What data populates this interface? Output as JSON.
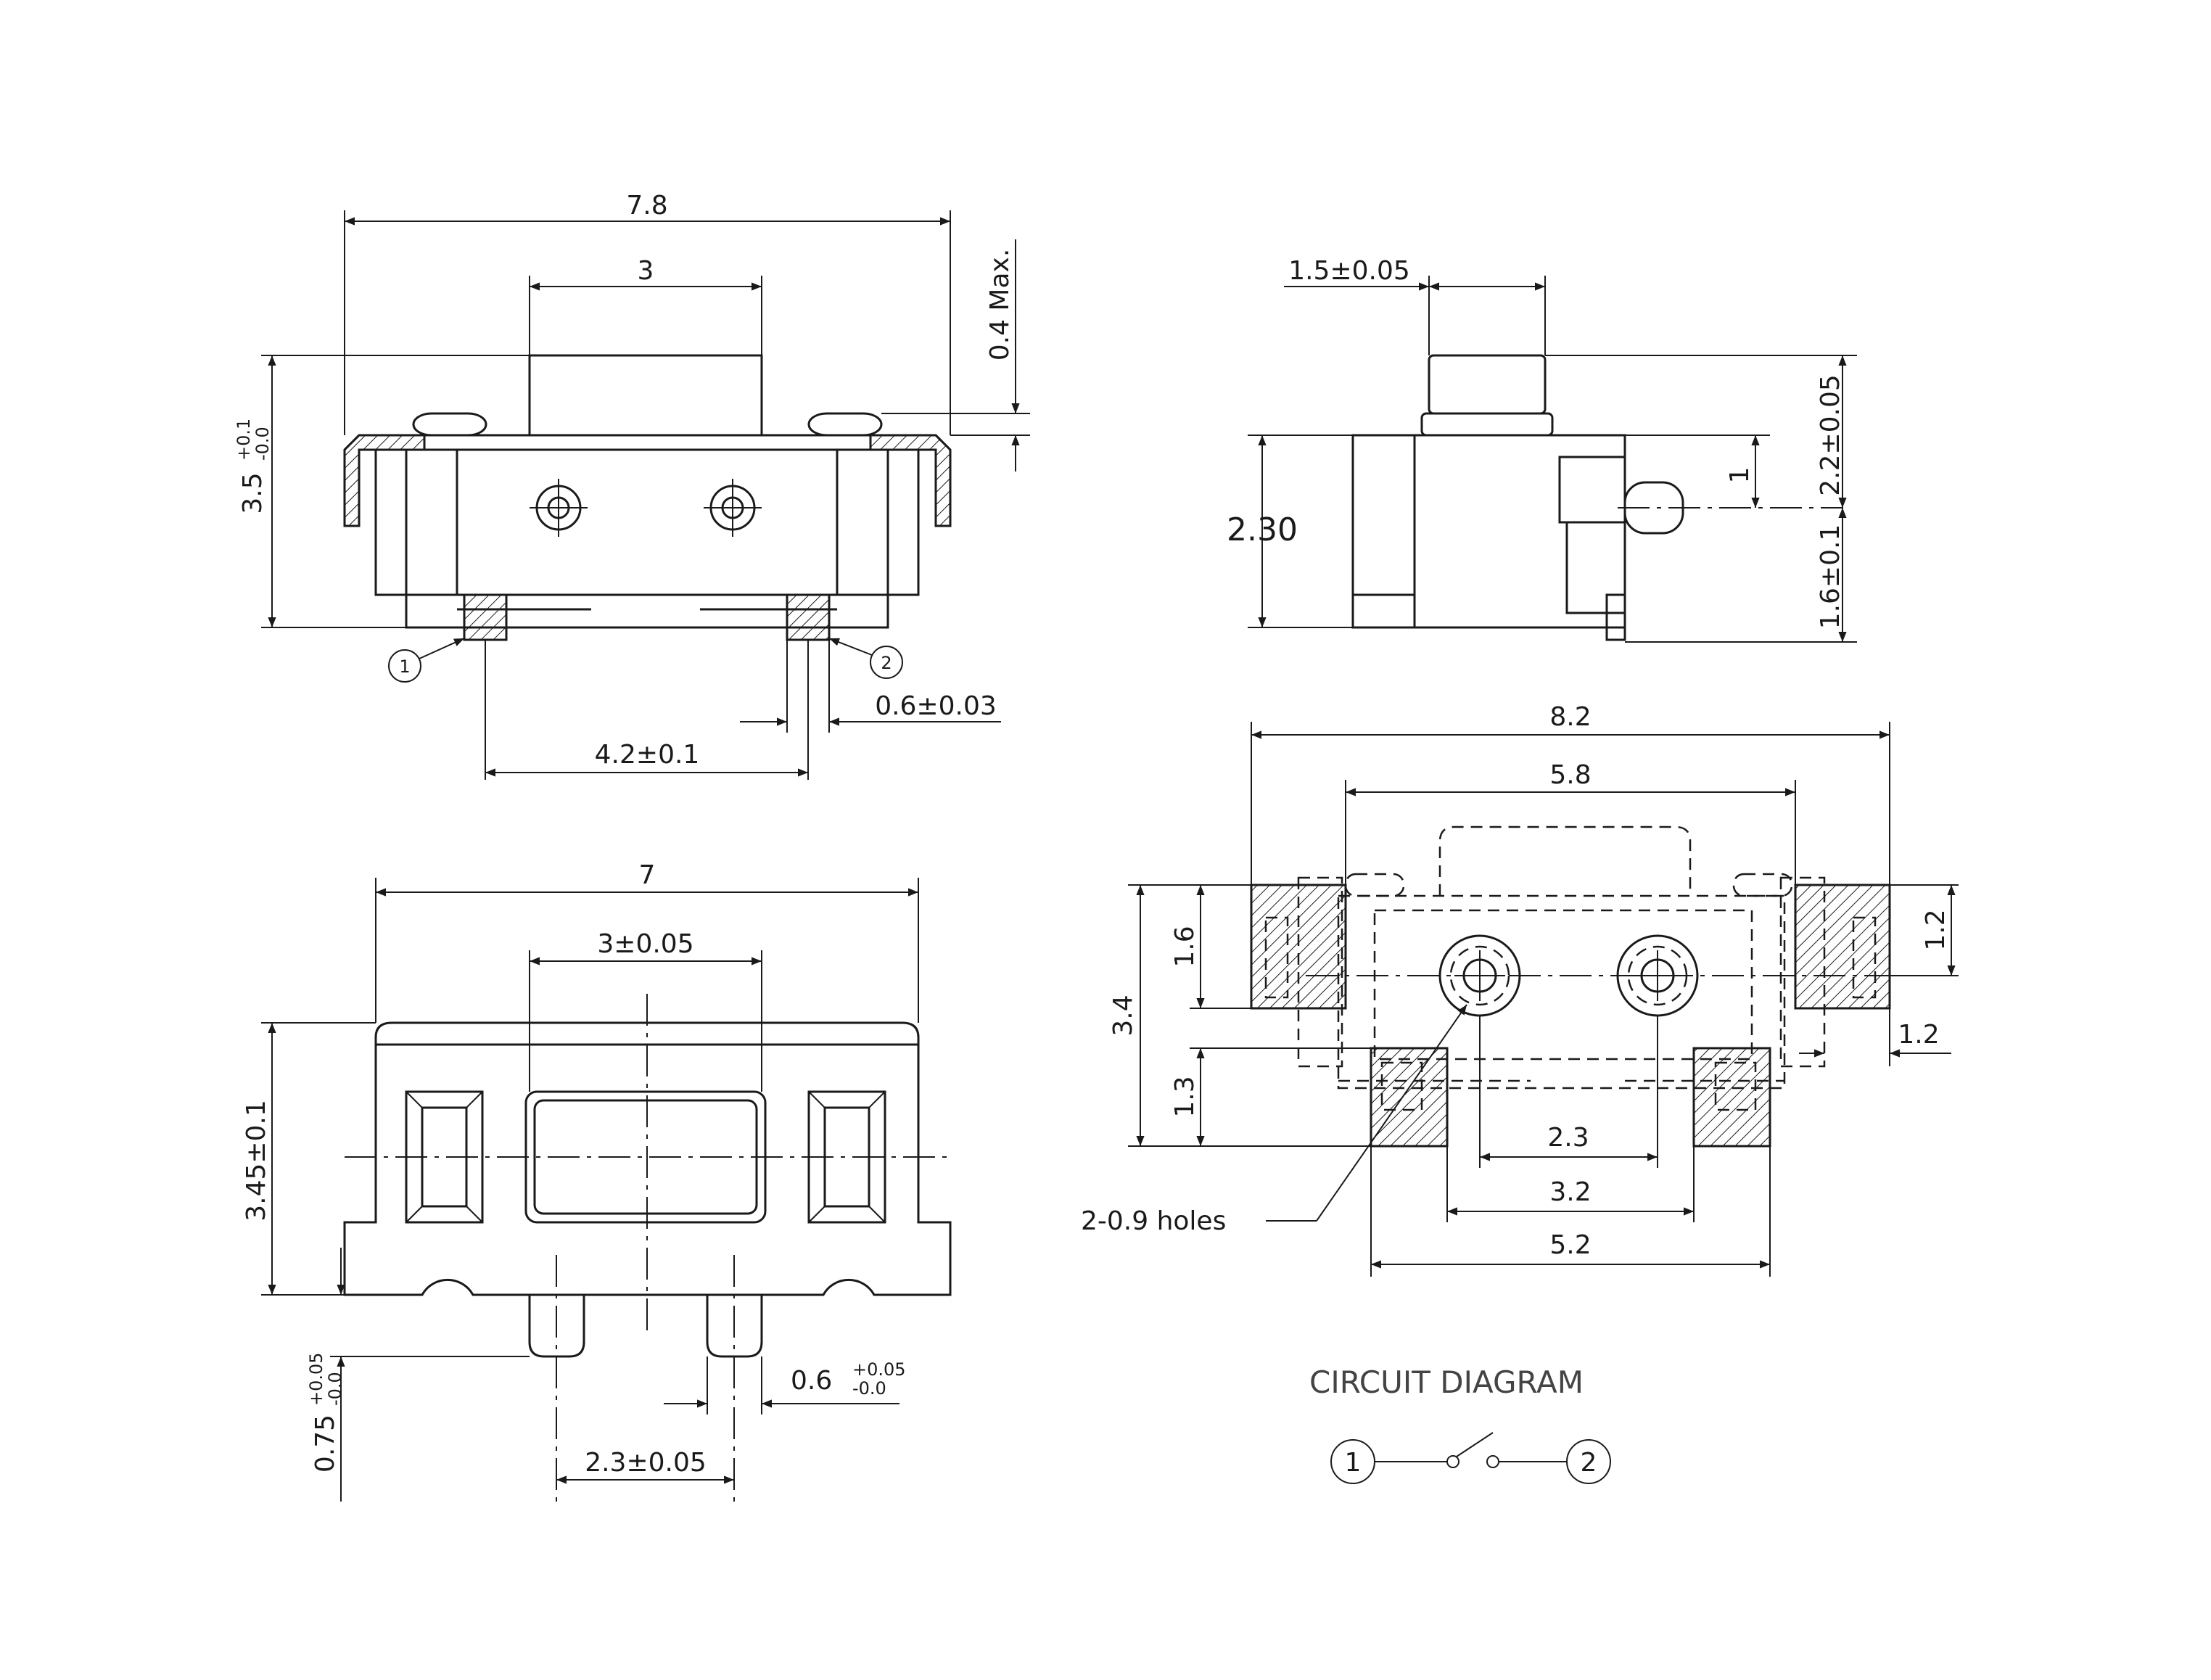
{
  "title": "CIRCUIT DIAGRAM",
  "front_view": {
    "width_overall": "7.8",
    "actuator_width": "3",
    "height_base": "3.5",
    "height_tol_plus": "+0.1",
    "height_tol_minus": "-0.0",
    "actuator_protrusion": "0.4 Max.",
    "terminal_pitch": "4.2±0.1",
    "terminal_width": "0.6±0.03",
    "terminal_1": "1",
    "terminal_2": "2"
  },
  "side_view": {
    "actuator_width": "1.5±0.05",
    "body_height": "2.30",
    "actuator_height": "2.2±0.05",
    "actuator_offset": "1",
    "base_height": "1.6±0.1"
  },
  "bottom_view": {
    "width": "7",
    "window_width": "3±0.05",
    "height": "3.45±0.1",
    "post_length_base": "0.75",
    "post_tol_plus": "+0.05",
    "post_tol_minus": "-0.0",
    "post_width_base": "0.6",
    "post_width_tol_plus": "+0.05",
    "post_width_tol_minus": "-0.0",
    "post_pitch": "2.3±0.05"
  },
  "pcb_layout": {
    "pad_outer_width": "8.2",
    "pad_inner_width": "5.8",
    "total_height": "3.4",
    "upper_pad_height": "1.6",
    "lower_pad_height": "1.3",
    "upper_pad_size": "1.2",
    "side_gap": "1.2",
    "hole_pitch": "2.3",
    "lower_inner": "3.2",
    "lower_outer": "5.2",
    "holes_note": "2-0.9 holes"
  },
  "circuit": {
    "node_1": "1",
    "node_2": "2"
  }
}
